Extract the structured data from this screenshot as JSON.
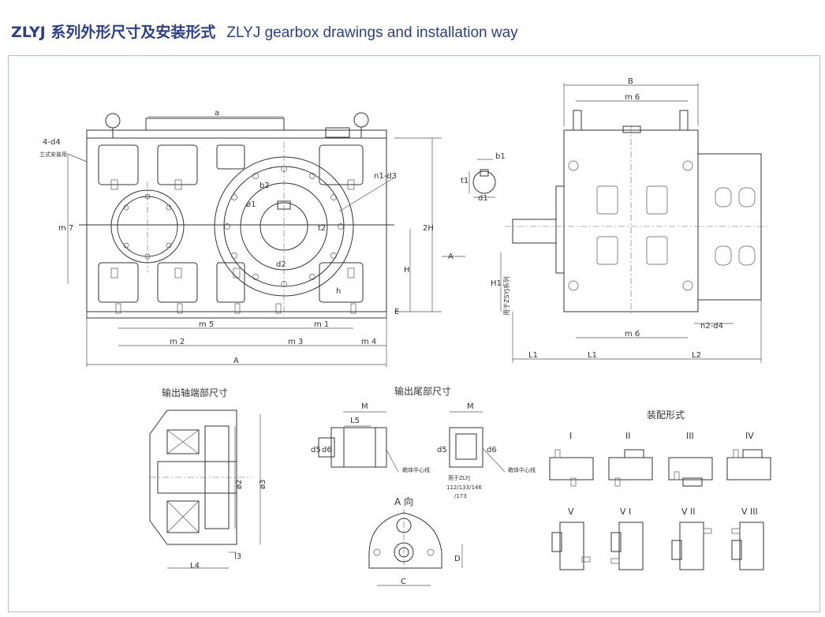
{
  "title": {
    "zh": "ZLYJ 系列外形尺寸及安装形式",
    "en": "ZLYJ gearbox drawings and installation way"
  },
  "colors": {
    "title": "#2a3f8f",
    "line": "#333333",
    "frame": "#b9bcc2"
  },
  "front_view": {
    "labels": {
      "a": "a",
      "b2": "b2",
      "n1d3": "n1-d3",
      "phi1": "ø1",
      "t2": "t2",
      "d2": "d2",
      "m7": "m 7",
      "h2": "2H",
      "H": "H",
      "h": "h",
      "E": "E",
      "m5": "m 5",
      "m1": "m 1",
      "m2": "m 2",
      "m3": "m 3",
      "m4": "m 4",
      "A": "A",
      "d4_4": "4-d4",
      "vertical_note": "立式安装用"
    }
  },
  "key_detail": {
    "labels": {
      "b1": "b1",
      "t1": "t1",
      "d1": "d1"
    }
  },
  "side_view": {
    "labels": {
      "B": "B",
      "m6_top": "m 6",
      "m6_bottom": "m 6",
      "H1": "H1",
      "note_zsyj": "用于ZSYJ系列",
      "L1": "L1",
      "L1b": "L1",
      "L2": "L2",
      "n2d4": "n2-d4",
      "arrowA": "A"
    }
  },
  "output_end": {
    "title": "输出轴端部尺寸",
    "labels": {
      "phi2": "ø2",
      "phi3": "ø3",
      "L4": "L4",
      "l3": "l3"
    }
  },
  "tail": {
    "title": "输出尾部尺寸",
    "labels": {
      "M1": "M",
      "M2": "M",
      "L5": "L5",
      "d5a": "d5",
      "d6a": "d6",
      "d5b": "d5",
      "d6b": "d6",
      "center1": "箱体中心线",
      "center2": "箱体中心线",
      "note1": "用于ZLYJ",
      "note2": "112/133/146",
      "note3": "/173"
    }
  },
  "view_a": {
    "title": "A 向",
    "labels": {
      "C": "C",
      "D": "D"
    }
  },
  "assembly": {
    "title": "装配形式",
    "forms": [
      "I",
      "II",
      "III",
      "IV",
      "V",
      "V I",
      "V II",
      "V III"
    ]
  }
}
